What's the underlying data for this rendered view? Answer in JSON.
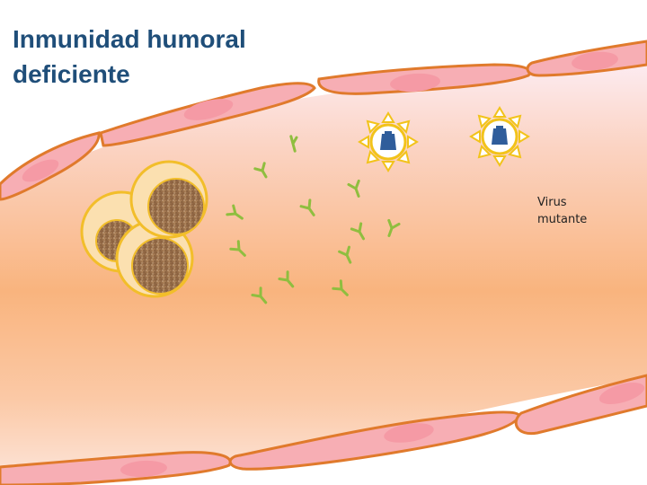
{
  "slide": {
    "title_lines": [
      "Inmunidad humoral",
      "deficiente"
    ],
    "virus_label_lines": [
      "Virus",
      "mutante"
    ]
  },
  "icons": {
    "cells": "plasma-cell-icon",
    "antibodies": "antibody-icon",
    "virus": "mutant-virus-icon"
  },
  "colors": {
    "title": "#1f4e79",
    "vessel_wall_fill": "#f7aeb4",
    "vessel_wall_stroke": "#e07a2c",
    "lumen_light": "#fde3d8",
    "lumen_core": "#f9b37c",
    "cell_outline": "#f2be2a",
    "cell_nucleus": "#9b7048",
    "antibody": "#8fbe3f",
    "virus_outline": "#f2c31a",
    "virus_core": "#2f5d9b"
  }
}
